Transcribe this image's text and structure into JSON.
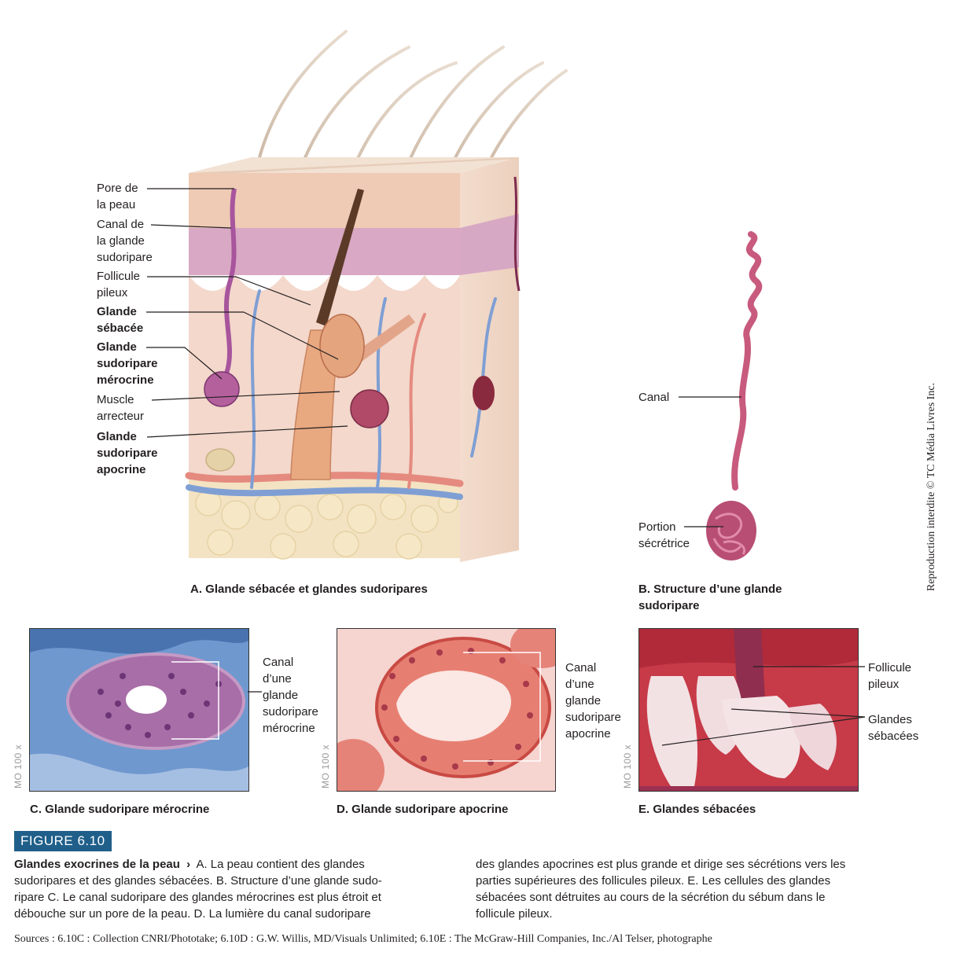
{
  "panel_a": {
    "labels": [
      {
        "text": "Pore de",
        "bold": false
      },
      {
        "text": "la peau",
        "bold": false
      },
      {
        "text": "Canal de",
        "bold": false
      },
      {
        "text": "la glande",
        "bold": false
      },
      {
        "text": "sudoripare",
        "bold": false
      },
      {
        "text": "Follicule",
        "bold": false
      },
      {
        "text": "pileux",
        "bold": false
      },
      {
        "text": "Glande",
        "bold": true
      },
      {
        "text": "sébacée",
        "bold": true
      },
      {
        "text": "Glande",
        "bold": true
      },
      {
        "text": "sudoripare",
        "bold": true
      },
      {
        "text": "mérocrine",
        "bold": true
      },
      {
        "text": "Muscle",
        "bold": false
      },
      {
        "text": "arrecteur",
        "bold": false
      },
      {
        "text": "Glande",
        "bold": true
      },
      {
        "text": "sudoripare",
        "bold": true
      },
      {
        "text": "apocrine",
        "bold": true
      }
    ],
    "caption": "A. Glande sébacée et glandes sudoripares"
  },
  "panel_b": {
    "canal": "Canal",
    "portion_1": "Portion",
    "portion_2": "sécrétrice",
    "caption_1": "B. Structure d’une glande",
    "caption_2": "sudoripare"
  },
  "panel_c": {
    "label": [
      "Canal",
      "d’une",
      "glande",
      "sudoripare",
      "mérocrine"
    ],
    "mag": "MO 100 x",
    "caption": "C. Glande sudoripare mérocrine"
  },
  "panel_d": {
    "label": [
      "Canal",
      "d’une",
      "glande",
      "sudoripare",
      "apocrine"
    ],
    "mag": "MO 100 x",
    "caption": "D. Glande sudoripare apocrine"
  },
  "panel_e": {
    "label_1": [
      "Follicule",
      "pileux"
    ],
    "label_2": [
      "Glandes",
      "sébacées"
    ],
    "mag": "MO 100 x",
    "caption": "E. Glandes sébacées"
  },
  "figure": {
    "badge": "FIGURE 6.10",
    "title": "Glandes exocrines de la peau",
    "arrow": "›",
    "col1": [
      "A. La peau contient des glandes",
      "sudoripares et des glandes sébacées. B. Structure d’une glande sudo-",
      "ripare C. Le canal sudoripare des glandes mérocrines est plus étroit et",
      "débouche sur un pore de la peau. D. La lumière du canal sudoripare"
    ],
    "col2": [
      "des glandes apocrines est plus grande et dirige ses sécrétions vers les",
      "parties supérieures des follicules pileux. E. Les cellules des glandes",
      "sébacées sont détruites au cours de la sécrétion du sébum dans le",
      "follicule pileux."
    ]
  },
  "sources": "Sources : 6.10C : Collection CNRI/Phototake; 6.10D : G.W. Willis, MD/Visuals Unlimited; 6.10E : The McGraw-Hill Companies, Inc./Al Telser, photographe",
  "copyright": "Reproduction interdite © TC Média Livres Inc.",
  "colors": {
    "badge": "#1f5f8a",
    "skin": "#f0cdb8",
    "epidermis": "#d8a6c0",
    "gland": "#a8406a"
  }
}
